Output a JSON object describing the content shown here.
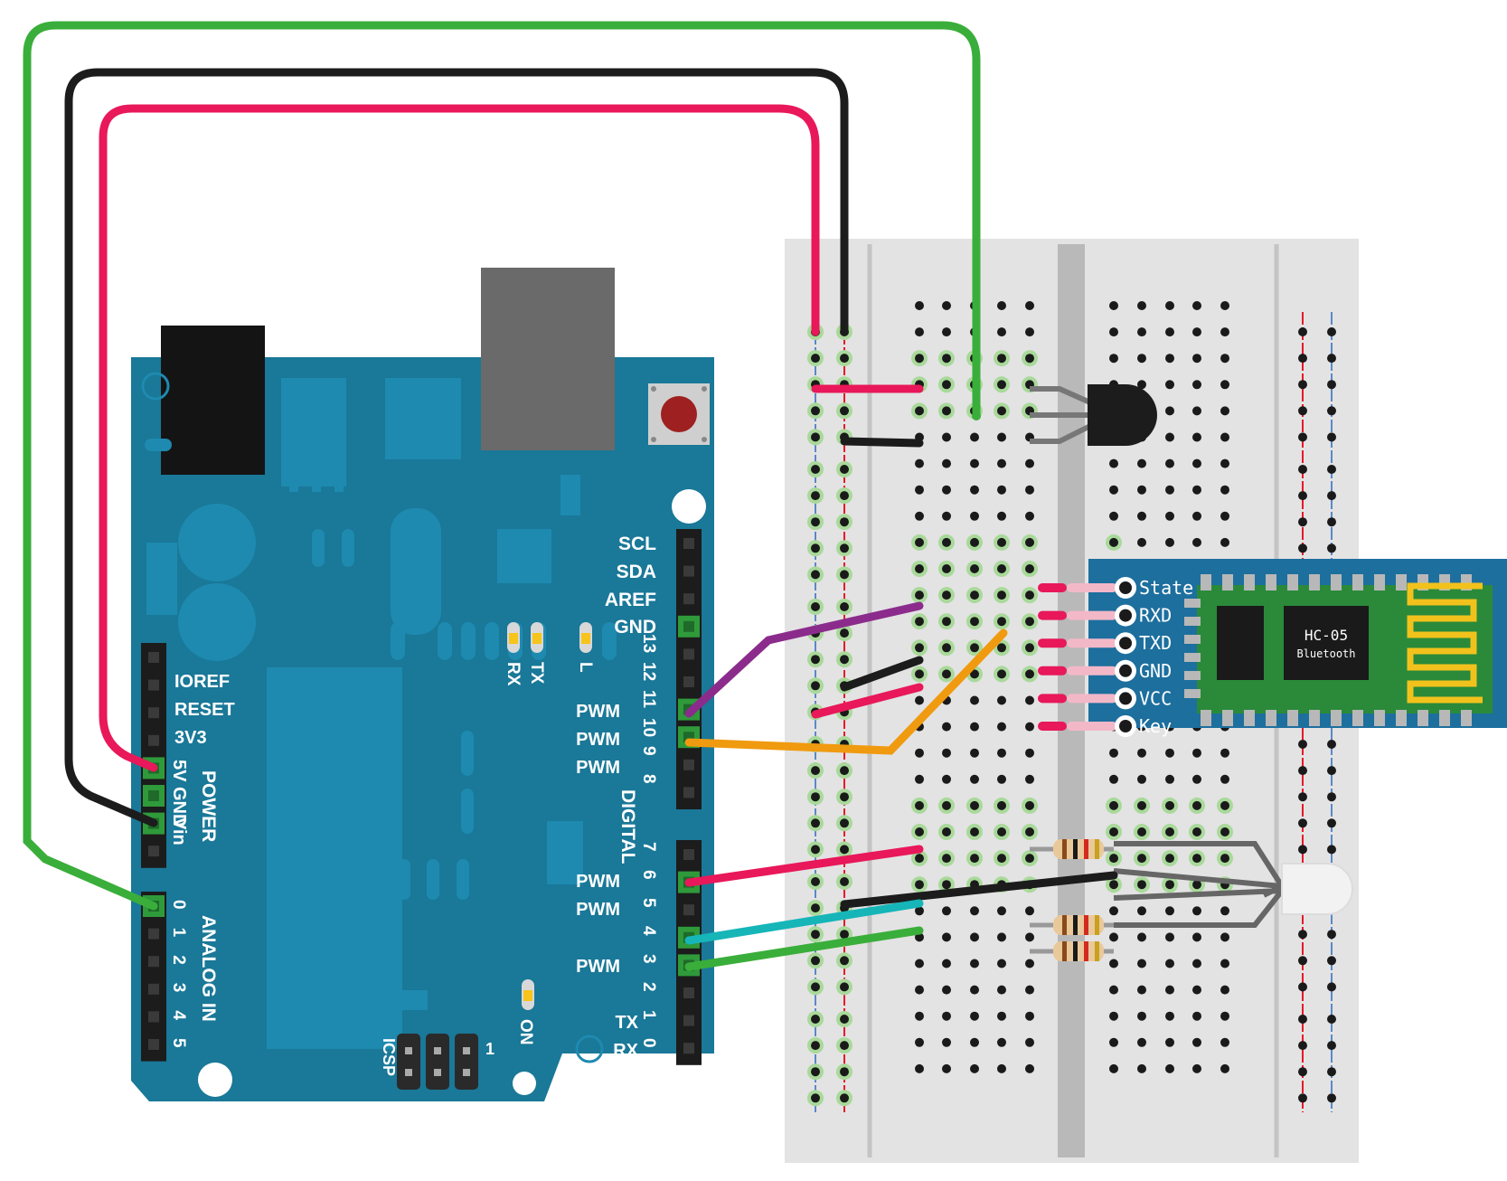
{
  "arduino": {
    "labels_power": [
      "IOREF",
      "RESET",
      "3V3",
      "5V",
      "GND",
      "Vin"
    ],
    "power_title": "POWER",
    "analog_title": "ANALOG IN",
    "analog_pins": [
      "0",
      "1",
      "2",
      "3",
      "4",
      "5"
    ],
    "digital_top_names": [
      "SCL",
      "SDA",
      "AREF",
      "GND"
    ],
    "digital_title": "DIGITAL",
    "digital_pin_numbers": [
      "13",
      "12",
      "11",
      "10",
      "9",
      "8",
      "7",
      "6",
      "5",
      "4",
      "3",
      "2",
      "1",
      "0"
    ],
    "pwm_label": "PWM",
    "tx_label": "TX",
    "rx_label": "RX",
    "l_label": "L",
    "on_label": "ON",
    "icsp_label": "ICSP",
    "icsp_pin1": "1"
  },
  "bluetooth": {
    "title": "HC-05",
    "subtitle": "Bluetooth",
    "pins": [
      "State",
      "RXD",
      "TXD",
      "GND",
      "VCC",
      "Key"
    ]
  },
  "colors": {
    "board": "#1a7898",
    "board_dark": "#156583",
    "wire_red": "#e8185a",
    "wire_black": "#1c1c1c",
    "wire_green": "#3aae3a",
    "wire_purple": "#8b2c8c",
    "wire_orange": "#f09a10",
    "wire_cyan": "#16b5b8",
    "breadboard": "#e3e3e3",
    "rail_red": "#e8182a",
    "rail_blue": "#5a88c8",
    "bt_board": "#1d6f9e",
    "bt_antenna": "#f2c21c"
  }
}
